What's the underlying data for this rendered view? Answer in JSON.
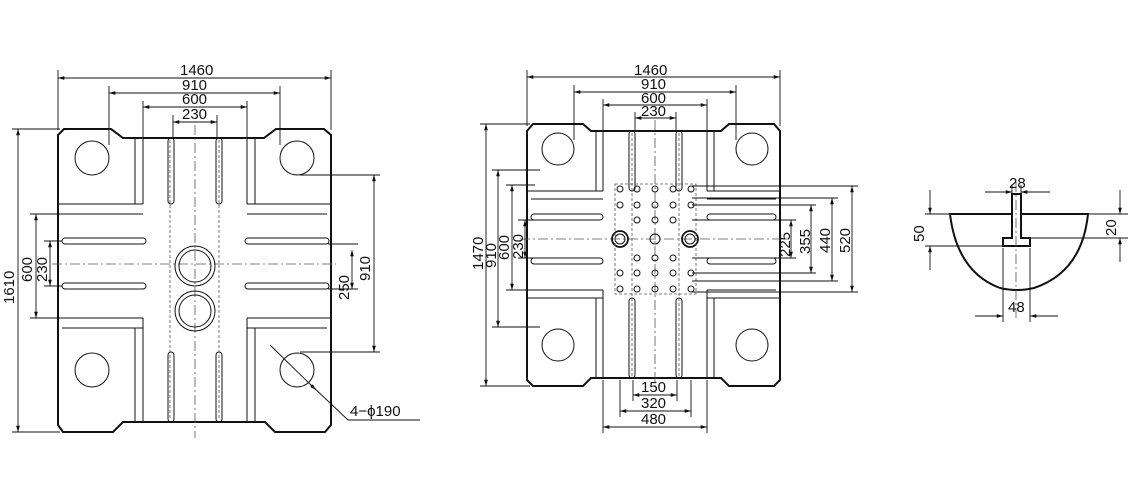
{
  "left_view": {
    "widths": [
      "1460",
      "910",
      "600",
      "230"
    ],
    "heights": [
      "1610",
      "600",
      "230"
    ],
    "right_dims": [
      "250",
      "910"
    ],
    "hole_note": "4−ϕ190"
  },
  "mid_view": {
    "widths": [
      "1460",
      "910",
      "600",
      "230"
    ],
    "heights": [
      "1470",
      "910",
      "600",
      "230"
    ],
    "right_dims": [
      "225",
      "355",
      "440",
      "520"
    ],
    "bottom_dims": [
      "150",
      "320",
      "480"
    ]
  },
  "t_slot": {
    "top": "28",
    "left": "50",
    "right": "20",
    "bottom": "48"
  }
}
